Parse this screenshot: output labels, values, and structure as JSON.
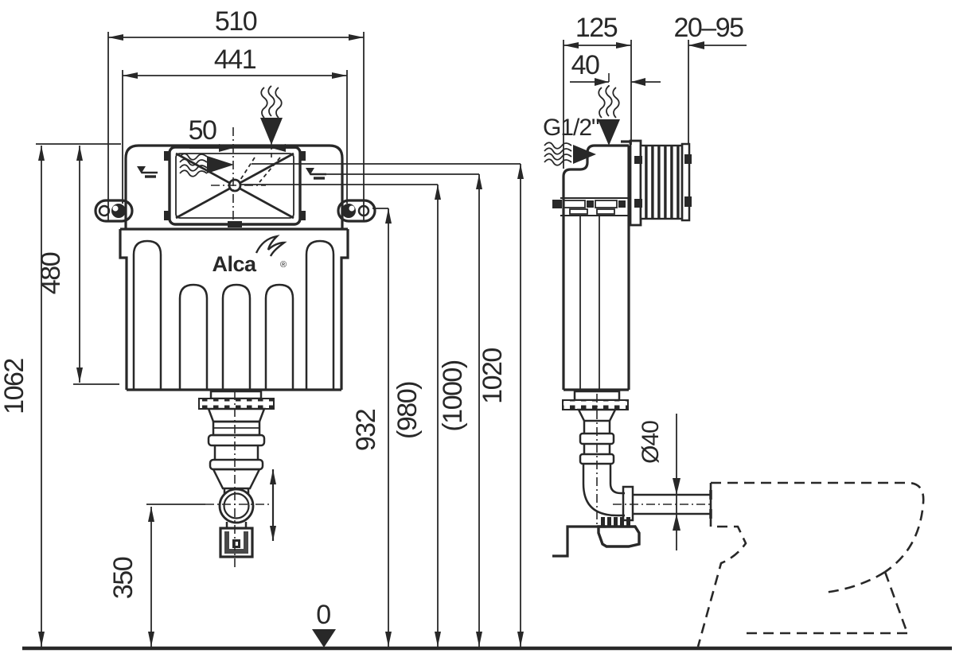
{
  "colors": {
    "ink": "#282828",
    "paper": "#ffffff"
  },
  "front_view": {
    "overall_width": "510",
    "frame_width": "441",
    "inlet_offset": "50",
    "overall_height": "1062",
    "cistern_height": "480",
    "outlet_elbow_height": "350",
    "level_min": "932",
    "level_alt1": "(980)",
    "level_alt2": "(1000)",
    "level_max": "1020",
    "floor_level": "0",
    "brand": "Alca",
    "registered_mark": "®"
  },
  "side_view": {
    "depth": "125",
    "inlet_setback": "40",
    "wall_clearance_range": "20–95",
    "water_supply_thread": "G1/2\"",
    "outlet_pipe_diameter": "Ø40"
  }
}
